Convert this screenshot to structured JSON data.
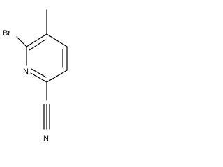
{
  "molecule": {
    "atoms": {
      "bromine": "Br",
      "ring_nitrogen": "N",
      "nitrile_nitrogen": "N"
    },
    "colors": {
      "bond": "#000000",
      "label": "#000000",
      "background": "#ffffff"
    }
  }
}
